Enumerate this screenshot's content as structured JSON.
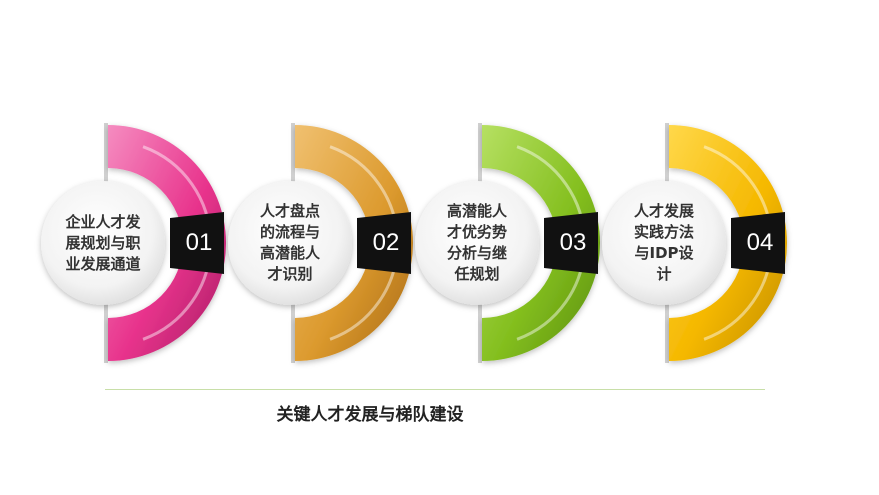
{
  "title": "关键人才发展与梯队建设",
  "steps": [
    {
      "number": "01",
      "text": "企业人才发\n展规划与职\n业发展通道",
      "color": "#e8338c",
      "light": "#f58cc0",
      "dark": "#a81e64"
    },
    {
      "number": "02",
      "text": "人才盘点\n的流程与\n高潜能人\n才识别",
      "color": "#dc9a2e",
      "light": "#f0c070",
      "dark": "#a86a14"
    },
    {
      "number": "03",
      "text": "高潜能人\n才优劣势\n分析与继\n任规划",
      "color": "#84bf1f",
      "light": "#b6e062",
      "dark": "#5a8e0c"
    },
    {
      "number": "04",
      "text": "人才发展\n实践方法\n与IDP设\n计",
      "color": "#f5b800",
      "light": "#ffd84a",
      "dark": "#c08c00"
    }
  ]
}
